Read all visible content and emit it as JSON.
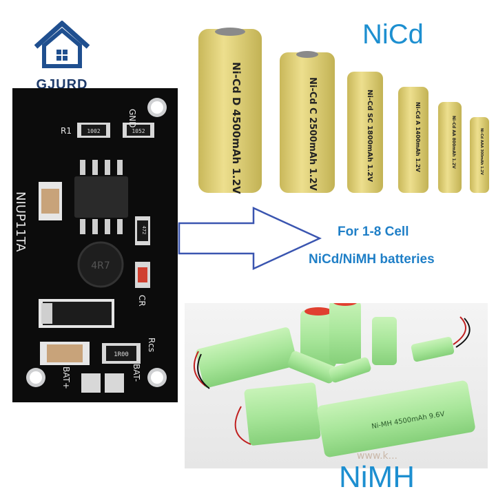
{
  "logo": {
    "text": "GJURD",
    "icon": "house-icon"
  },
  "pcb": {
    "model": "NIUP11TA",
    "silkscreen": {
      "r1": "R1",
      "gnd": "GND",
      "r1_value": "1002",
      "r2_value": "1052",
      "res_472": "472",
      "inductor": "4R7",
      "cr": "CR",
      "rcs_value": "1R00",
      "rcs": "Rcs",
      "bat_plus": "BAT+",
      "bat_minus": "BAT-"
    }
  },
  "nicd": {
    "title": "NiCd",
    "cells": [
      {
        "label": "Ni-Cd D 4500mAh 1.2V"
      },
      {
        "label": "Ni-Cd C 2500mAh 1.2V"
      },
      {
        "label": "Ni-Cd SC 1800mAh 1.2V"
      },
      {
        "label": "Ni-Cd A 1400mAh 1.2V"
      },
      {
        "label": "Ni-Cd AA 800mAh 1.2V"
      },
      {
        "label": "Ni-Cd AAA 300mAh 1.2V"
      }
    ]
  },
  "caption": {
    "line1": "For 1-8 Cell",
    "line2": "NiCd/NiMH batteries"
  },
  "nimh": {
    "title": "NiMH",
    "pack_label": "Ni-MH 4500mAh 9.6V",
    "watermark": "www.k..."
  },
  "colors": {
    "label_blue": "#1d8fd0",
    "caption_blue": "#1f7fc7",
    "nicd_yellow": "#e3d47a",
    "nimh_green": "#a8e69a",
    "pcb_black": "#0c0c0c",
    "arrow_blue": "#3a55b0"
  }
}
